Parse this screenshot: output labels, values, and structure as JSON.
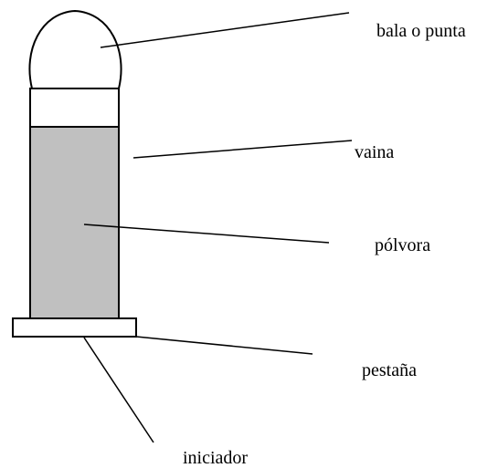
{
  "labels": {
    "bullet": "bala o punta",
    "case": "vaina",
    "powder": "pólvora",
    "rim": "pestaña",
    "primer": "iniciador"
  },
  "colors": {
    "outline": "#000000",
    "powder_fill": "#c0c0c0",
    "background": "#ffffff"
  }
}
